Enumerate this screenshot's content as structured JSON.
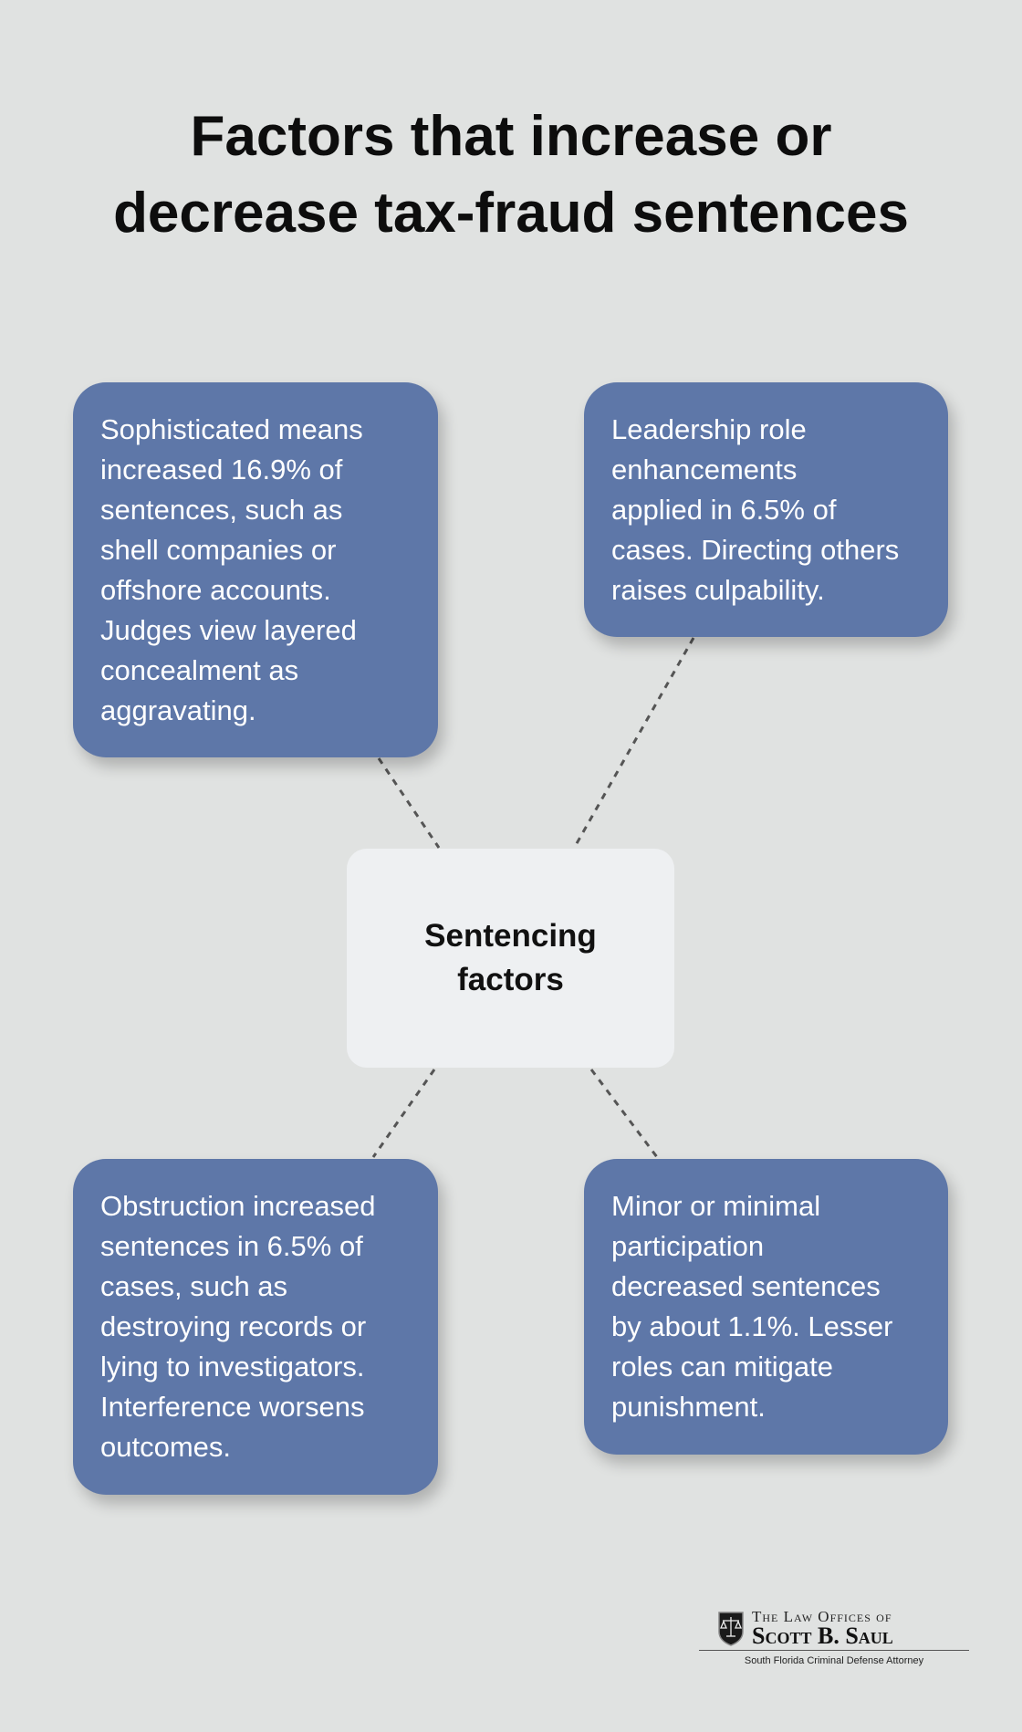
{
  "title": [
    "Factors that increase or",
    "decrease tax-fraud sentences"
  ],
  "center": [
    "Sentencing",
    "factors"
  ],
  "cards": {
    "top_left": [
      "Sophisticated means",
      "increased 16.9% of",
      "sentences, such as",
      "shell companies or",
      "offshore accounts.",
      "Judges view layered",
      "concealment as",
      "aggravating."
    ],
    "top_right": [
      "Leadership role",
      "enhancements",
      "applied in 6.5% of",
      "cases. Directing others",
      "raises culpability."
    ],
    "bottom_left": [
      "Obstruction increased",
      "sentences in 6.5% of",
      "cases, such as",
      "destroying records or",
      "lying to investigators.",
      "Interference worsens",
      "outcomes."
    ],
    "bottom_right": [
      "Minor or minimal",
      "participation",
      "decreased sentences",
      "by about 1.1%. Lesser",
      "roles can mitigate",
      "punishment."
    ]
  },
  "logo": {
    "line1": "The Law Offices of",
    "line2": "Scott B. Saul",
    "tagline": "South Florida Criminal Defense Attorney",
    "icon": "scales-of-justice-shield-icon"
  },
  "colors": {
    "background": "#e0e2e1",
    "card": "#5e77a8",
    "center": "#eef0f2"
  }
}
